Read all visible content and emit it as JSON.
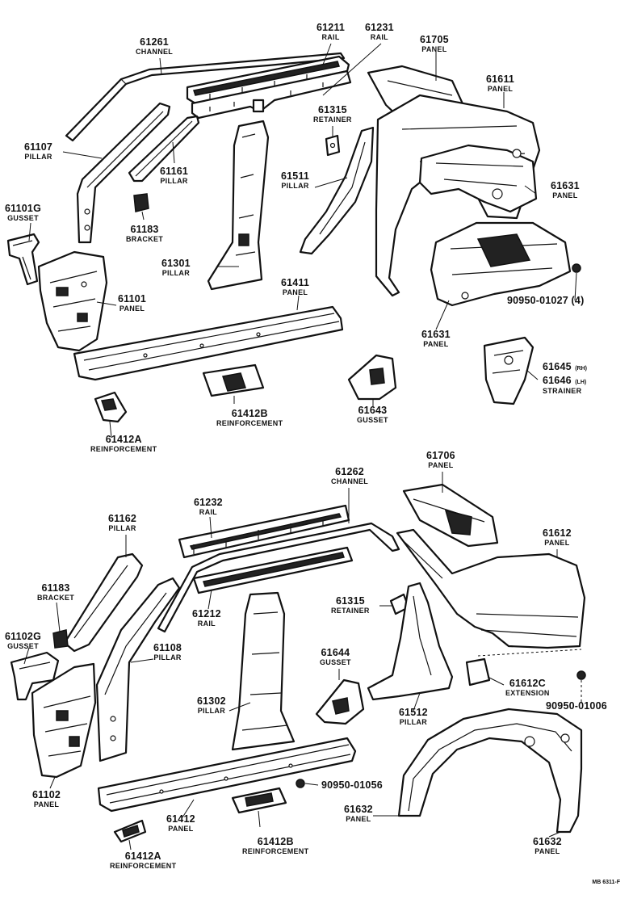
{
  "labels": {
    "p61261": {
      "part": "61261",
      "name": "CHANNEL"
    },
    "p61211": {
      "part": "61211",
      "name": "RAIL"
    },
    "p61231": {
      "part": "61231",
      "name": "RAIL"
    },
    "p61705": {
      "part": "61705",
      "name": "PANEL"
    },
    "p61611": {
      "part": "61611",
      "name": "PANEL"
    },
    "p61107": {
      "part": "61107",
      "name": "PILLAR"
    },
    "p61315a": {
      "part": "61315",
      "name": "RETAINER"
    },
    "p61161": {
      "part": "61161",
      "name": "PILLAR"
    },
    "p61101G": {
      "part": "61101G",
      "name": "GUSSET"
    },
    "p61183a": {
      "part": "61183",
      "name": "BRACKET"
    },
    "p61511": {
      "part": "61511",
      "name": "PILLAR"
    },
    "p61631a": {
      "part": "61631",
      "name": "PANEL"
    },
    "p61301": {
      "part": "61301",
      "name": "PILLAR"
    },
    "p61411": {
      "part": "61411",
      "name": "PANEL"
    },
    "p61101": {
      "part": "61101",
      "name": "PANEL"
    },
    "p90950_01027": {
      "part": "90950-01027 (4)"
    },
    "p61631b": {
      "part": "61631",
      "name": "PANEL"
    },
    "p61645": {
      "part": "61645",
      "suffix": "(RH)"
    },
    "p61646": {
      "part": "61646",
      "suffix": "(LH)",
      "name": "STRAINER"
    },
    "p61412Ba": {
      "part": "61412B",
      "name": "REINFORCEMENT"
    },
    "p61643": {
      "part": "61643",
      "name": "GUSSET"
    },
    "p61412Aa": {
      "part": "61412A",
      "name": "REINFORCEMENT"
    },
    "p61262": {
      "part": "61262",
      "name": "CHANNEL"
    },
    "p61706": {
      "part": "61706",
      "name": "PANEL"
    },
    "p61232": {
      "part": "61232",
      "name": "RAIL"
    },
    "p61162": {
      "part": "61162",
      "name": "PILLAR"
    },
    "p61612": {
      "part": "61612",
      "name": "PANEL"
    },
    "p61183b": {
      "part": "61183",
      "name": "BRACKET"
    },
    "p61315b": {
      "part": "61315",
      "name": "RETAINER"
    },
    "p61212": {
      "part": "61212",
      "name": "RAIL"
    },
    "p61102G": {
      "part": "61102G",
      "name": "GUSSET"
    },
    "p61108": {
      "part": "61108",
      "name": "PILLAR"
    },
    "p61644": {
      "part": "61644",
      "name": "GUSSET"
    },
    "p61612C": {
      "part": "61612C",
      "name": "EXTENSION"
    },
    "p90950_01006": {
      "part": "90950-01006"
    },
    "p61302": {
      "part": "61302",
      "name": "PILLAR"
    },
    "p61512": {
      "part": "61512",
      "name": "PILLAR"
    },
    "p61102": {
      "part": "61102",
      "name": "PANEL"
    },
    "p90950_01056": {
      "part": "90950-01056"
    },
    "p61412": {
      "part": "61412",
      "name": "PANEL"
    },
    "p61632a": {
      "part": "61632",
      "name": "PANEL"
    },
    "p61412Bb": {
      "part": "61412B",
      "name": "REINFORCEMENT"
    },
    "p61632b": {
      "part": "61632",
      "name": "PANEL"
    },
    "p61412Ab": {
      "part": "61412A",
      "name": "REINFORCEMENT"
    }
  },
  "reference_code": "MB 6311-F"
}
